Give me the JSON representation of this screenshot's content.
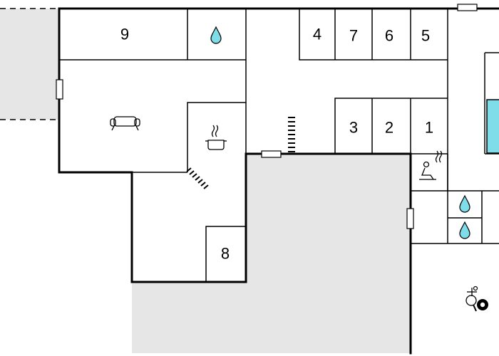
{
  "floorplan": {
    "rooms": [
      {
        "id": "room-9",
        "label": "9"
      },
      {
        "id": "room-4",
        "label": "4"
      },
      {
        "id": "room-7",
        "label": "7"
      },
      {
        "id": "room-6",
        "label": "6"
      },
      {
        "id": "room-5",
        "label": "5"
      },
      {
        "id": "room-3",
        "label": "3"
      },
      {
        "id": "room-2",
        "label": "2"
      },
      {
        "id": "room-1",
        "label": "1"
      },
      {
        "id": "room-8",
        "label": "8"
      }
    ],
    "icons": [
      "water-drop-icon",
      "sofa-icon",
      "cooking-pot-icon",
      "sauna-icon",
      "table-tennis-billiards-icon"
    ],
    "colors": {
      "pool": "#7fdde9",
      "shade": "#e6e6e6",
      "wall": "#000000"
    }
  }
}
